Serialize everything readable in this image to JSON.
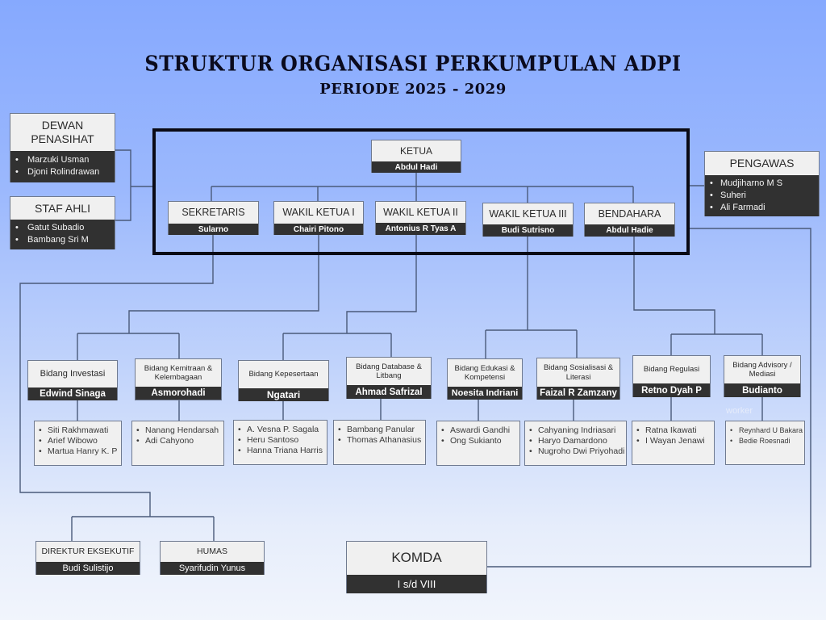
{
  "title": "STRUKTUR ORGANISASI PERKUMPULAN ADPI",
  "subtitle": "PERIODE 2025 - 2029",
  "colors": {
    "background_top": "#86a9fe",
    "background_bottom": "#f1f5fc",
    "header_fill": "#f0f0f0",
    "name_fill": "#313131",
    "frame": "#0a0a14",
    "connector": "#4a5a7a"
  },
  "advisory": {
    "dewan_penasihat": {
      "title": "DEWAN PENASIHAT",
      "members": [
        "Marzuki Usman",
        "Djoni Rolindrawan"
      ]
    },
    "staf_ahli": {
      "title": "STAF AHLI",
      "members": [
        "Gatut Subadio",
        "Bambang Sri M"
      ]
    },
    "pengawas": {
      "title": "PENGAWAS",
      "members": [
        "Mudjiharno M S",
        "Suheri",
        "Ali Farmadi"
      ]
    }
  },
  "board": {
    "ketua": {
      "title": "KETUA",
      "name": "Abdul Hadi"
    },
    "sekretaris": {
      "title": "SEKRETARIS",
      "name": "Sularno"
    },
    "wakil_ketua_1": {
      "title": "WAKIL KETUA I",
      "name": "Chairi Pitono"
    },
    "wakil_ketua_2": {
      "title": "WAKIL KETUA II",
      "name": "Antonius R Tyas A"
    },
    "wakil_ketua_3": {
      "title": "WAKIL KETUA III",
      "name": "Budi Sutrisno"
    },
    "bendahara": {
      "title": "BENDAHARA",
      "name": "Abdul Hadie"
    }
  },
  "bidang": [
    {
      "title": "Bidang Investasi",
      "head": "Edwind Sinaga",
      "members": [
        "Siti Rakhmawati",
        "Arief Wibowo",
        "Martua Hanry K. P"
      ]
    },
    {
      "title": "Bidang Kemitraan & Kelembagaan",
      "head": "Asmorohadi",
      "members": [
        "Nanang Hendarsah",
        "Adi Cahyono"
      ]
    },
    {
      "title": "Bidang Kepesertaan",
      "head": "Ngatari",
      "members": [
        "A. Vesna P. Sagala",
        "Heru Santoso",
        "Hanna Triana Harris"
      ]
    },
    {
      "title": "Bidang Database & Litbang",
      "head": "Ahmad Safrizal",
      "members": [
        "Bambang Panular",
        "Thomas Athanasius"
      ]
    },
    {
      "title": "Bidang Edukasi & Kompetensi",
      "head": "Noesita Indriani",
      "members": [
        "Aswardi Gandhi",
        "Ong Sukianto"
      ]
    },
    {
      "title": "Bidang Sosialisasi & Literasi",
      "head": "Faizal R Zamzany",
      "members": [
        "Cahyaning Indriasari",
        "Haryo Damardono",
        "Nugroho Dwi Priyohadi"
      ]
    },
    {
      "title": "Bidang Regulasi",
      "head": "Retno Dyah P",
      "members": [
        "Ratna Ikawati",
        "I Wayan Jenawi"
      ]
    },
    {
      "title": "Bidang Advisory / Mediasi",
      "head": "Budianto",
      "members": [
        "Reynhard U Bakara",
        "Bedie Roesnadi"
      ]
    }
  ],
  "watermark": "worker",
  "executive": {
    "direktur_eksekutif": {
      "title": "DIREKTUR EKSEKUTIF",
      "name": "Budi Sulistijo"
    },
    "humas": {
      "title": "HUMAS",
      "name": "Syarifudin Yunus"
    }
  },
  "komda": {
    "title": "KOMDA",
    "name": "I s/d VIII"
  }
}
